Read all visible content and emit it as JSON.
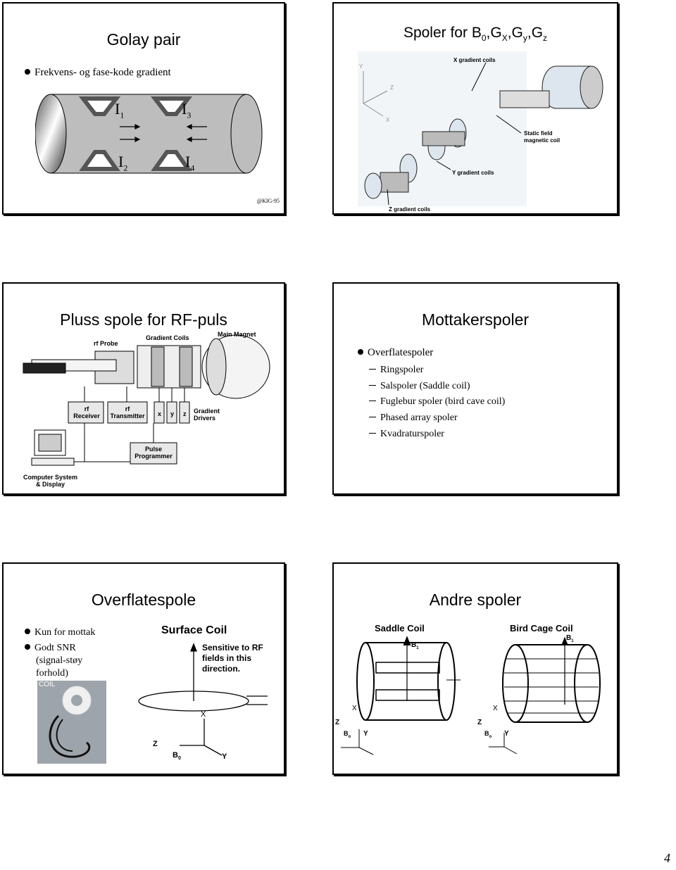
{
  "slide1": {
    "title": "Golay pair",
    "bullet": "Frekvens- og fase-kode gradient",
    "coil_labels": {
      "i1": "I",
      "i1_sub": "1",
      "i2": "I",
      "i2_sub": "2",
      "i3": "I",
      "i3_sub": "3",
      "i4": "I",
      "i4_sub": "4"
    },
    "credit": "@KIG-95"
  },
  "slide2": {
    "title_base": "Spoler for B",
    "title_parts": [
      {
        "t": "0",
        "sub": true
      },
      {
        "t": ",G",
        "sub": false
      },
      {
        "t": "X",
        "sub": true
      },
      {
        "t": ",G",
        "sub": false
      },
      {
        "t": "y",
        "sub": true
      },
      {
        "t": ",G",
        "sub": false
      },
      {
        "t": "z",
        "sub": true
      }
    ],
    "axis": {
      "y": "Y",
      "z": "Z",
      "x": "X"
    },
    "labels": {
      "x_coils": "X gradient coils",
      "static": "Static field",
      "static2": "magnetic coil",
      "y_coils": "Y gradient coils",
      "z_coils": "Z gradient coils"
    }
  },
  "slide3": {
    "title": "Pluss spole for RF-puls",
    "labels": {
      "main_magnet": "Main Magnet",
      "gradient_coils": "Gradient Coils",
      "rf_probe": "rf Probe",
      "rf1": "rf",
      "receiver": "Receiver",
      "rf2": "rf",
      "transmitter": "Transmitter",
      "x": "x",
      "y": "y",
      "z": "z",
      "gradient": "Gradient",
      "drivers": "Drivers",
      "pulse": "Pulse",
      "programmer": "Programmer",
      "computer": "Computer System",
      "display": "& Display"
    }
  },
  "slide4": {
    "title": "Mottakerspoler",
    "bullet": "Overflatespoler",
    "subitems": [
      "Ringspoler",
      "Salspoler (Saddle coil)",
      "Fuglebur spoler (bird cave coil)",
      "Phased array spoler",
      "Kvadraturspoler"
    ]
  },
  "slide5": {
    "title": "Overflatespole",
    "bullets": [
      "Kun for mottak",
      "Godt SNR",
      "(signal-støy",
      "forhold)"
    ],
    "photo_label": "COIL",
    "surface_coil": "Surface Coil",
    "sensitive": [
      "Sensitive to RF",
      "fields in this",
      "direction."
    ],
    "axis": {
      "x": "X",
      "z": "Z",
      "b": "B",
      "b_sub": "0",
      "y": "Y"
    }
  },
  "slide6": {
    "title": "Andre spoler",
    "saddle": "Saddle Coil",
    "bird": "Bird Cage Coil",
    "b1": "B",
    "b1_sub": "1",
    "axis": {
      "x": "X",
      "z": "Z",
      "b": "B",
      "b_sub": "o",
      "y": "Y"
    }
  },
  "page_number": "4"
}
